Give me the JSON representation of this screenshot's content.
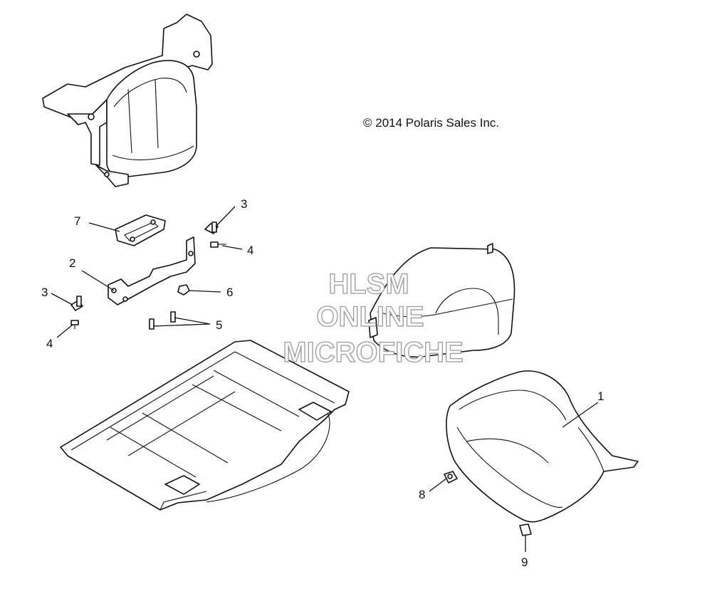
{
  "copyright": "© 2014 Polaris Sales Inc.",
  "watermark": {
    "line1": "HLSM",
    "line2": "ONLINE",
    "line3": "MICROFICHE"
  },
  "callouts": {
    "c1": "1",
    "c2": "2",
    "c3a": "3",
    "c3b": "3",
    "c4a": "4",
    "c4b": "4",
    "c5": "5",
    "c6": "6",
    "c7": "7",
    "c8": "8",
    "c9": "9"
  },
  "colors": {
    "line": "#111111",
    "watermark": "#9a9a9a",
    "background": "#ffffff"
  }
}
